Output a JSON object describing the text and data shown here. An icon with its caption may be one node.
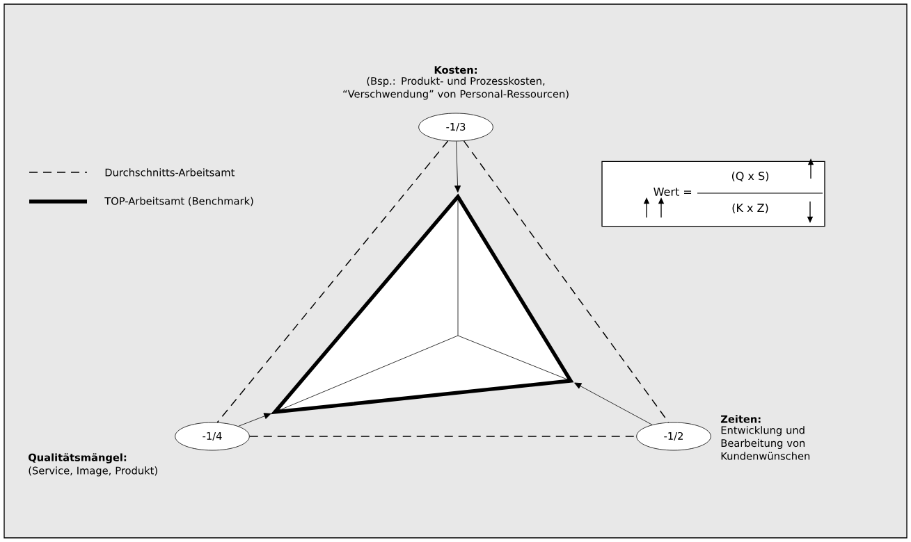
{
  "diagram": {
    "nodes": [
      {
        "text": [
          "-1/3"
        ],
        "beside": [
          "Kosten:",
          "(Bsp.: Produkt- und Prozesskosten, “Verschwendung” von Personal-Ressourcen)"
        ]
      },
      {
        "text": [
          "-1/4"
        ],
        "beside": [
          "Qualitätsmängel:",
          "(Service, Image, Produkt)"
        ]
      },
      {
        "text": [
          "-1/2"
        ],
        "beside": [
          "Zeiten:",
          "Entwicklung und Bearbeitung von Kundenwünschen"
        ]
      },
      {
        "text": [
          "Wert =",
          "(Q x S)",
          "(K x Z)"
        ]
      },
      {
        "text": [],
        "shape": "triangle"
      }
    ],
    "edges": [
      {
        "from": 0,
        "to": 1,
        "arrow": "none",
        "style": "dashed"
      },
      {
        "from": 0,
        "to": 2,
        "arrow": "none",
        "style": "dashed"
      },
      {
        "from": 1,
        "to": 2,
        "arrow": "none",
        "style": "dashed"
      },
      {
        "from": 0,
        "to": 4,
        "arrow": "to"
      },
      {
        "from": 1,
        "to": 4,
        "arrow": "to"
      },
      {
        "from": 2,
        "to": 4,
        "arrow": "to"
      }
    ],
    "legend": [
      {
        "text": "Durchschnitts-Arbeitsamt"
      },
      {
        "text": "TOP-Arbeitsamt (Benchmark)"
      }
    ]
  }
}
